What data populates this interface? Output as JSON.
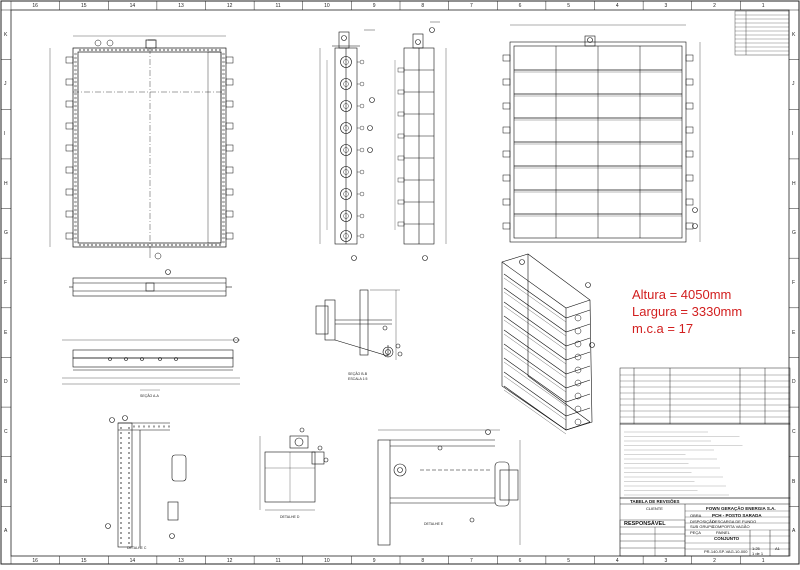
{
  "border": {
    "columns": [
      "16",
      "15",
      "14",
      "13",
      "12",
      "11",
      "10",
      "9",
      "8",
      "7",
      "6",
      "5",
      "4",
      "3",
      "2",
      "1"
    ],
    "rows": [
      "K",
      "J",
      "I",
      "H",
      "G",
      "F",
      "E",
      "D",
      "C",
      "B",
      "A"
    ]
  },
  "annotation": {
    "altura": "Altura = 4050mm",
    "largura": "Largura = 3330mm",
    "mca": "m.c.a = 17"
  },
  "title_block": {
    "client_label": "CLIENTE",
    "client": "FOWN GERAÇÃO ENERGIA S.A.",
    "obra_label": "OBRA",
    "obra": "PCH - POSTO SARADA",
    "disposicao_label": "DISPOSIÇÃO",
    "disposicao": "DESCARGA DE FUNDO",
    "grupo_label": "SUB GRUPO",
    "grupo": "COMPORTA VAGÃO",
    "peca_label": "PEÇA",
    "peca": "PAINEL",
    "conjunto": "CONJUNTO",
    "responsavel": "RESPONSÁVEL",
    "desenho_no": "PR-140-SP-VAG-10-000",
    "escala": "1:25",
    "folha": "1 de 1",
    "formato": "A1",
    "tabela": "TABELA DE REVISÕES"
  },
  "views": {
    "detail_c": "DETALHE C",
    "detail_d": "DETALHE D",
    "detail_e": "DETALHE E",
    "escala": "ESCALA 1:5",
    "secao_aa": "SEÇÃO A-A",
    "secao_bb": "SEÇÃO B-B"
  }
}
